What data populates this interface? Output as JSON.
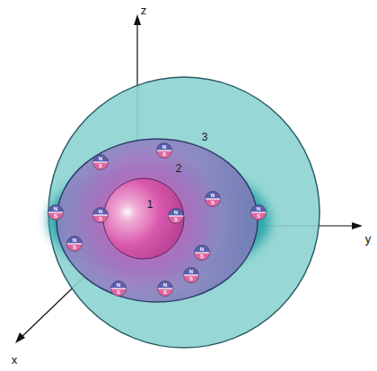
{
  "diagram": {
    "nodes": [
      {
        "text": [
          "3"
        ]
      },
      {
        "text": [
          "2"
        ],
        "in": 0
      },
      {
        "text": [
          "1"
        ],
        "in": 1
      },
      {
        "text": [
          "N",
          "S"
        ],
        "in": 1
      },
      {
        "text": [
          "N",
          "S"
        ],
        "in": 1
      },
      {
        "text": [
          "N",
          "S"
        ],
        "in": 1
      },
      {
        "text": [
          "N",
          "S"
        ],
        "in": 0
      },
      {
        "text": [
          "N",
          "S"
        ],
        "in": 1
      },
      {
        "text": [
          "N",
          "S"
        ],
        "in": 1
      },
      {
        "text": [
          "N",
          "S"
        ],
        "in": 0
      },
      {
        "text": [
          "N",
          "S"
        ],
        "in": 1
      },
      {
        "text": [
          "N",
          "S"
        ],
        "in": 1
      },
      {
        "text": [
          "N",
          "S"
        ],
        "in": 1
      },
      {
        "text": [
          "N",
          "S"
        ],
        "in": 1
      },
      {
        "text": [
          "N",
          "S"
        ],
        "in": 1
      }
    ],
    "labels": [
      "z",
      "y",
      "x"
    ]
  }
}
